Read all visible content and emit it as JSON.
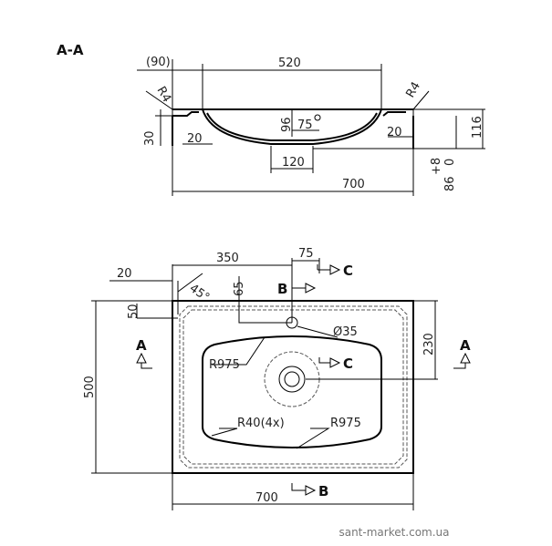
{
  "section_title": "A-A",
  "section": {
    "dim_90": "(90)",
    "dim_520": "520",
    "r4_left": "R4",
    "r4_right": "R4",
    "dim_30": "30",
    "dim_20_left": "20",
    "dim_96": "96",
    "dim_75": "75",
    "dim_20_right": "20",
    "dim_116": "116",
    "dim_120": "120",
    "tol_plus": "+8",
    "tol_zero": "0",
    "dim_86": "86",
    "dim_700": "700"
  },
  "plan": {
    "dim_350": "350",
    "dim_75": "75",
    "dim_20": "20",
    "angle_45": "45°",
    "dim_65": "65",
    "dim_50": "50",
    "dim_500": "500",
    "dim_230": "230",
    "dia_35": "Ø35",
    "r975_top": "R975",
    "r40": "R40(4x)",
    "r975_bottom": "R975",
    "dim_700": "700",
    "markers": {
      "a_left": "A",
      "a_right": "A",
      "b_top": "B",
      "b_bottom": "B",
      "c_top": "C",
      "c_mid": "C"
    }
  },
  "watermark": "sant-market.com.ua"
}
